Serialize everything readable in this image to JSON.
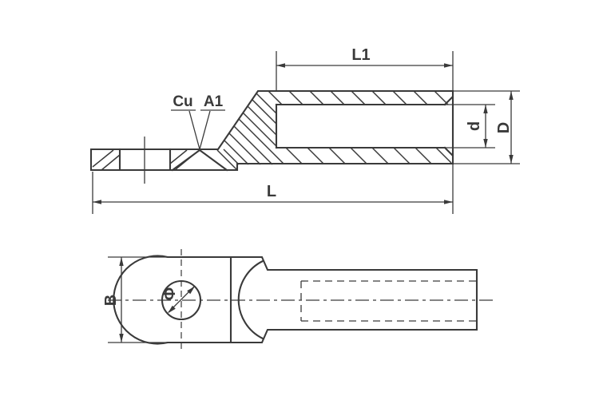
{
  "drawing": {
    "type": "technical-drawing-cable-lug",
    "colors": {
      "line_color": "#3a3a3a",
      "background": "#ffffff"
    },
    "side_section_view": {
      "dim_bore_length_label": "L1",
      "dim_total_length_label": "L",
      "dim_bore_diameter_label": "d",
      "dim_outer_diameter_label": "D",
      "material_label_copper": "Cu",
      "material_label_aluminum": "A1"
    },
    "plan_view": {
      "dim_palm_width_label": "B",
      "dim_hole_diameter_label": "Φ"
    }
  }
}
